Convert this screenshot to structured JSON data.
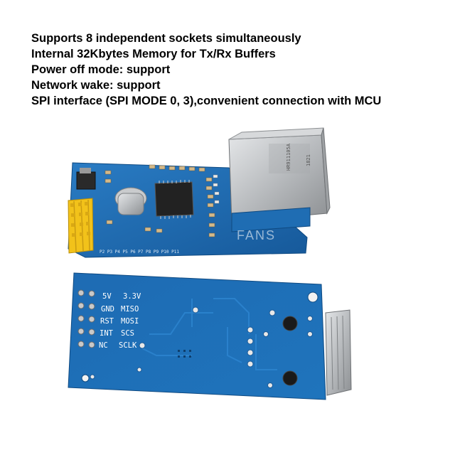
{
  "features": [
    "Supports 8 independent sockets simultaneously",
    "Internal 32Kbytes Memory for Tx/Rx Buffers",
    "Power off mode: support",
    "Network wake: support",
    "SPI interface (SPI MODE 0, 3),convenient connection with MCU"
  ],
  "back_board": {
    "pins_left": [
      "5V",
      "GND",
      "RST",
      "INT",
      "NC"
    ],
    "pins_right": [
      "3.3V",
      "MISO",
      "MOSI",
      "SCS",
      "SCLK"
    ]
  },
  "front_board": {
    "jack_text": "HR911105A",
    "jack_code": "1821",
    "watermark": "FANS"
  },
  "colors": {
    "pcb_blue": "#1f6fb8",
    "pcb_blue_dark": "#14528c",
    "header_yellow": "#f2c21a",
    "metal": "#b9bcbf"
  }
}
